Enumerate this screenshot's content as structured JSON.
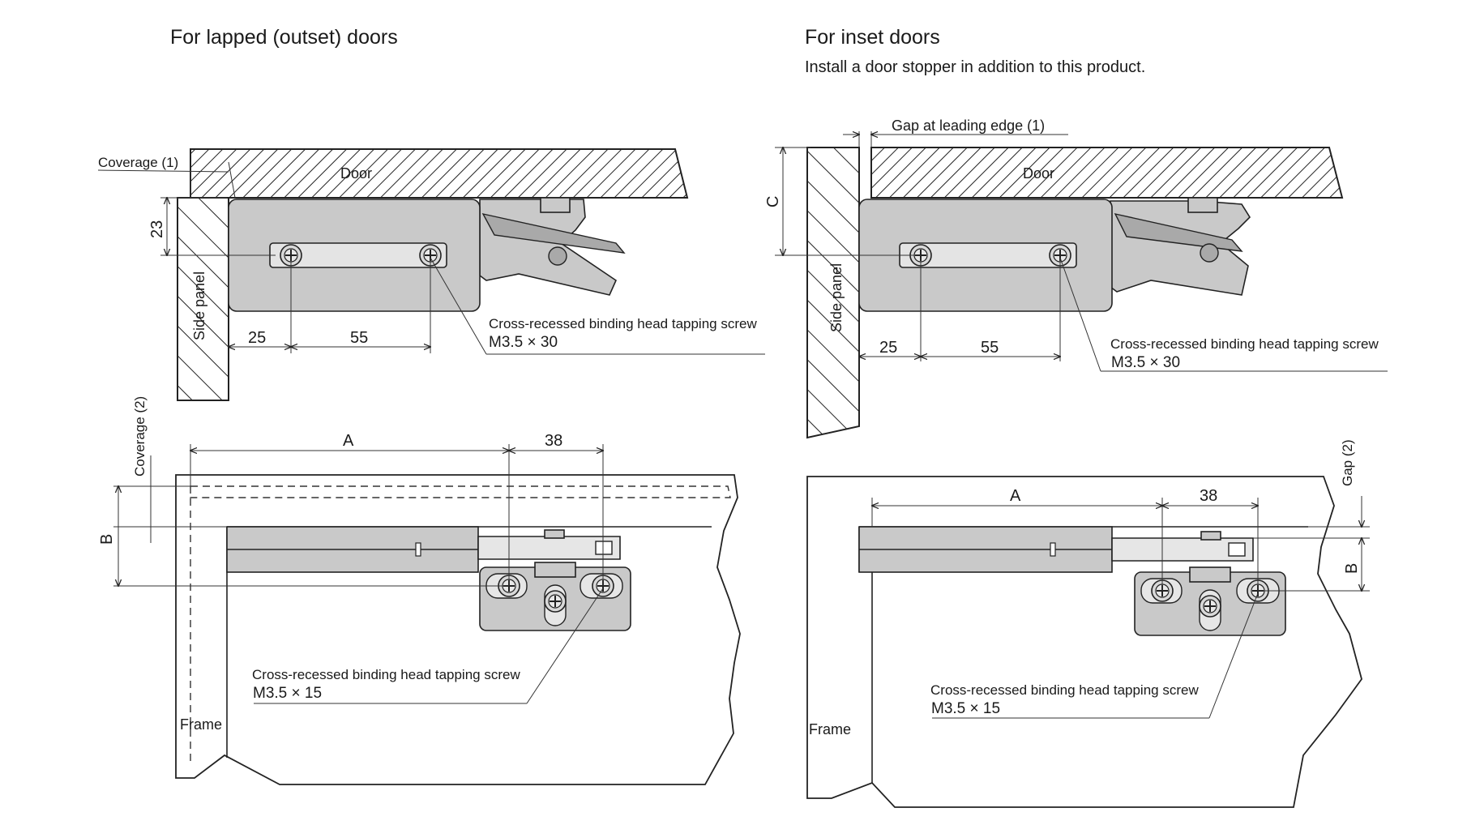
{
  "left": {
    "title": "For lapped (outset) doors",
    "top_view": {
      "door_label": "Door",
      "coverage_label": "Coverage (1)",
      "side_panel_label": "Side panel",
      "dim_vertical": "23",
      "dim_edge": "25",
      "dim_spacing": "55",
      "screw_callout_line1": "Cross-recessed binding head tapping screw",
      "screw_callout_line2": "M3.5 × 30"
    },
    "front_view": {
      "coverage_label": "Coverage (2)",
      "dim_b": "B",
      "dim_a": "A",
      "dim_38": "38",
      "frame_label": "Frame",
      "screw_callout_line1": "Cross-recessed binding head tapping screw",
      "screw_callout_line2": "M3.5 × 15"
    }
  },
  "right": {
    "title": "For inset doors",
    "subtitle": "Install a door stopper in addition to this product.",
    "top_view": {
      "gap_label": "Gap at leading edge (1)",
      "door_label": "Door",
      "dim_c": "C",
      "side_panel_label": "Side panel",
      "dim_edge": "25",
      "dim_spacing": "55",
      "screw_callout_line1": "Cross-recessed binding head tapping screw",
      "screw_callout_line2": "M3.5 × 30"
    },
    "front_view": {
      "gap_label": "Gap (2)",
      "dim_a": "A",
      "dim_38": "38",
      "dim_b": "B",
      "frame_label": "Frame",
      "screw_callout_line1": "Cross-recessed binding head tapping screw",
      "screw_callout_line2": "M3.5 × 15"
    }
  }
}
